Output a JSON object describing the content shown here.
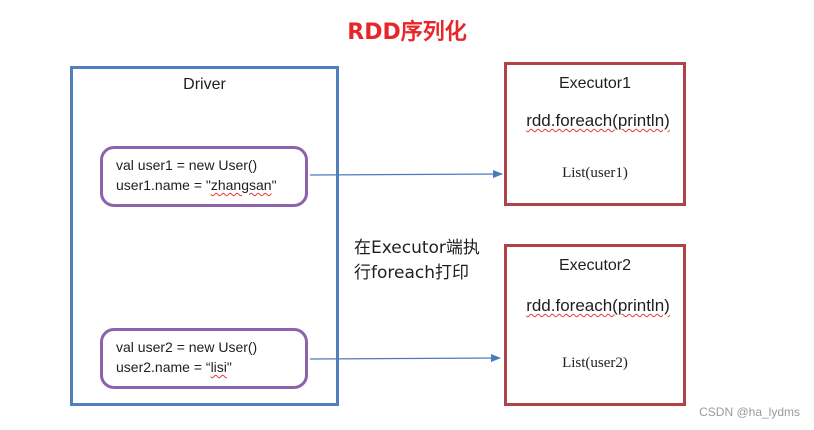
{
  "title": "RDD序列化",
  "driver": {
    "label": "Driver",
    "code_block_1": {
      "line1": "val user1 = new User()",
      "line2_prefix": "user1.name = \"",
      "line2_value": "zhangsan",
      "line2_suffix": "\""
    },
    "code_block_2": {
      "line1": "val user2 = new User()",
      "line2_prefix": "user2.name = “",
      "line2_value": "lisi",
      "line2_suffix": "\""
    }
  },
  "executor1": {
    "label": "Executor1",
    "code": "rdd.foreach(println)",
    "list": "List(user1)"
  },
  "executor2": {
    "label": "Executor2",
    "code": "rdd.foreach(println)",
    "list": "List(user2)"
  },
  "note": {
    "line1": "在Executor端执",
    "line2": "行foreach打印"
  },
  "watermark": "CSDN @ha_lydms",
  "colors": {
    "title": "#e8262a",
    "driver_border": "#4f7fbd",
    "executor_border": "#b04347",
    "code_border": "#8d62ad",
    "arrow": "#4a7bbd"
  }
}
